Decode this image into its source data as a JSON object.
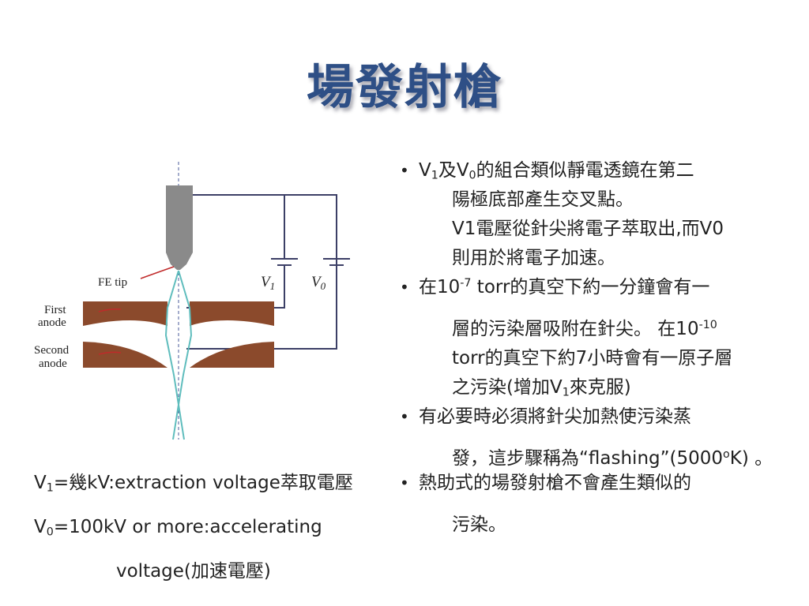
{
  "title": "場發射槍",
  "diagram": {
    "fe_tip_label": "FE tip",
    "first_anode_label": [
      "First",
      "anode"
    ],
    "second_anode_label": [
      "Second",
      "anode"
    ],
    "v1_label": "V",
    "v1_sub": "1",
    "v0_label": "V",
    "v0_sub": "0",
    "colors": {
      "tip": "#8a8a8a",
      "anode": "#8b4a2c",
      "beam": "#5fbdbd",
      "wire": "#3c3f66",
      "arrow": "#c02a2a"
    }
  },
  "bullets": [
    {
      "line1_a": "V",
      "line1_sub1": "1",
      "line1_b": "及V",
      "line1_sub2": "0",
      "line1_c": "的組合類似靜電透鏡在第二",
      "line2": "陽極底部產生交叉點。",
      "line3": "V1電壓從針尖將電子萃取出,而V0",
      "line4": "則用於將電子加速。"
    },
    {
      "line1_a": "在10",
      "line1_sup": "-7",
      "line1_b": " torr的真空下約一分鐘會有一",
      "line2_a": "層的污染層吸附在針尖。 在10",
      "line2_sup": "-10",
      "line3": "torr的真空下約7小時會有一原子層",
      "line4_a": "之污染(增加V",
      "line4_sub": "1",
      "line4_b": "來克服)"
    },
    {
      "line1": "有必要時必須將針尖加熱使污染蒸",
      "line2_a": "發，這步驟稱為“flashing”(5000",
      "line2_sup": "o",
      "line2_b": "K) 。"
    },
    {
      "line1": "熱助式的場發射槍不會產生類似的",
      "line2": "污染。"
    }
  ],
  "bullet_symbol": "•",
  "definitions": {
    "v1_a": "V",
    "v1_sub": "1",
    "v1_b": "=幾kV:extraction voltage萃取電壓",
    "v0_a": "V",
    "v0_sub": "0",
    "v0_b": "=100kV or more:accelerating",
    "v0_c": "voltage(加速電壓)"
  }
}
